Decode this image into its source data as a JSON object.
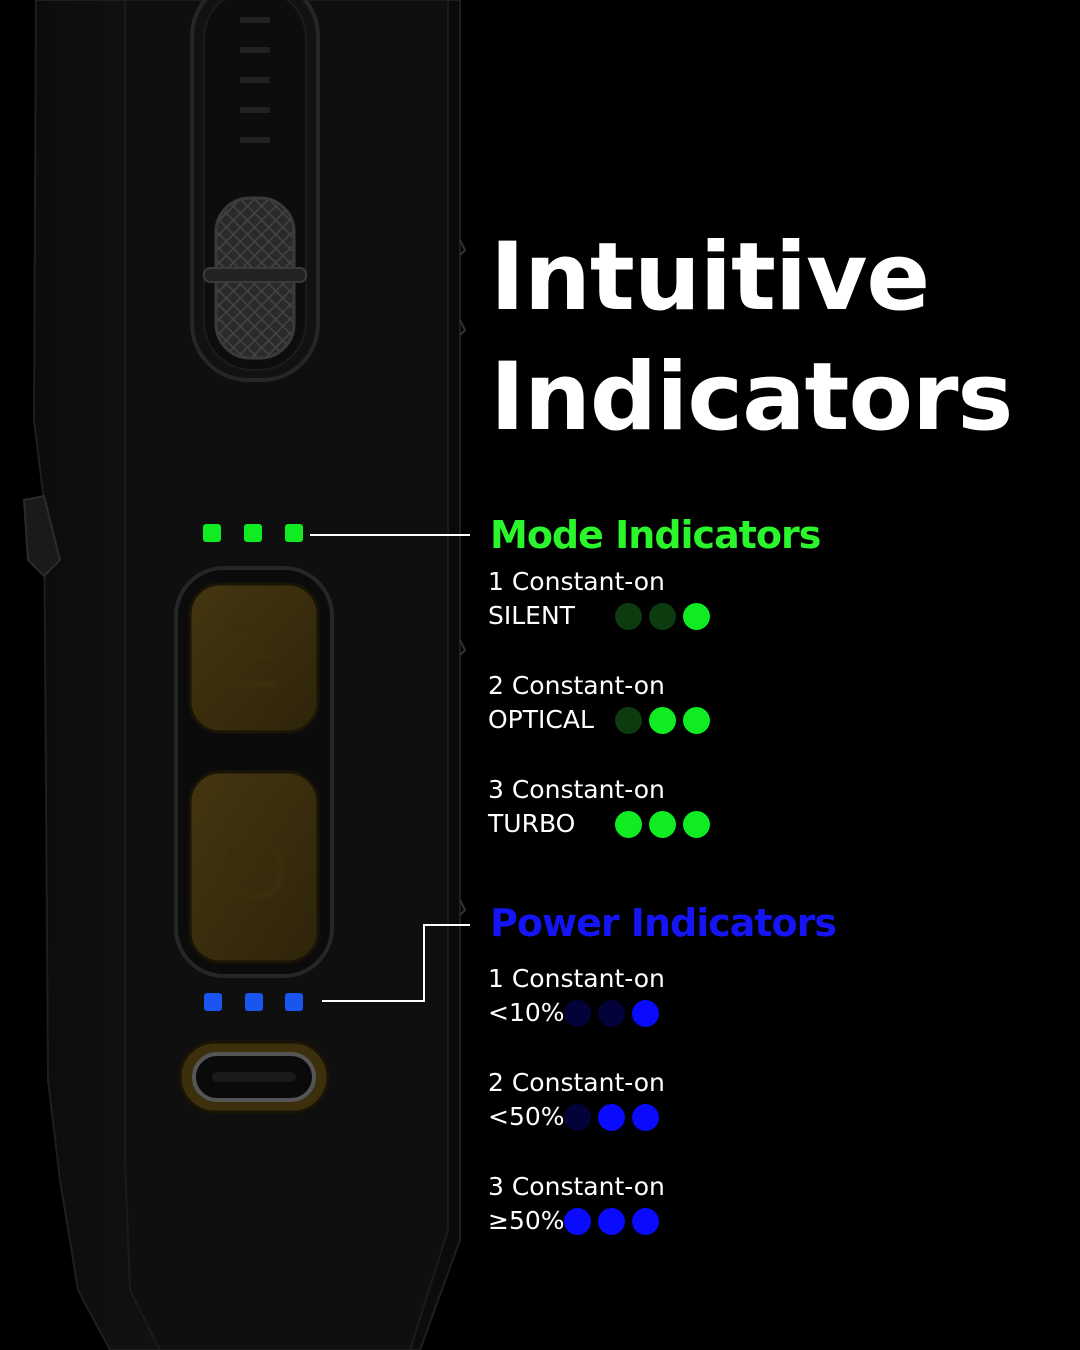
{
  "title": {
    "line1": "Intuitive",
    "line2": "Indicators"
  },
  "colors": {
    "mode_accent": "#2bf52b",
    "power_accent": "#1414f5",
    "mode_led_on": "#10ec22",
    "mode_led_off": "#0d3b0f",
    "power_led_on": "#0a0aff",
    "power_led_off": "#03033a",
    "button_color": "#3b2f0c"
  },
  "mode": {
    "heading": "Mode Indicators",
    "items": [
      {
        "line1": "1 Constant-on",
        "label": "SILENT",
        "lit": 1
      },
      {
        "line1": "2 Constant-on",
        "label": "OPTICAL",
        "lit": 2
      },
      {
        "line1": "3 Constant-on",
        "label": "TURBO",
        "lit": 3
      }
    ]
  },
  "power": {
    "heading": "Power Indicators",
    "items": [
      {
        "line1": "1 Constant-on",
        "label": "<10%",
        "lit": 1
      },
      {
        "line1": "2 Constant-on",
        "label": "<50%",
        "lit": 2
      },
      {
        "line1": "3 Constant-on",
        "label": "≥50%",
        "lit": 3
      }
    ]
  },
  "device": {
    "buttons": [
      {
        "icon": "menu-icon"
      },
      {
        "icon": "power-icon"
      }
    ],
    "port_icon": "usb-c-port-icon",
    "mode_leds_lit": 3,
    "power_leds_lit": 3
  }
}
